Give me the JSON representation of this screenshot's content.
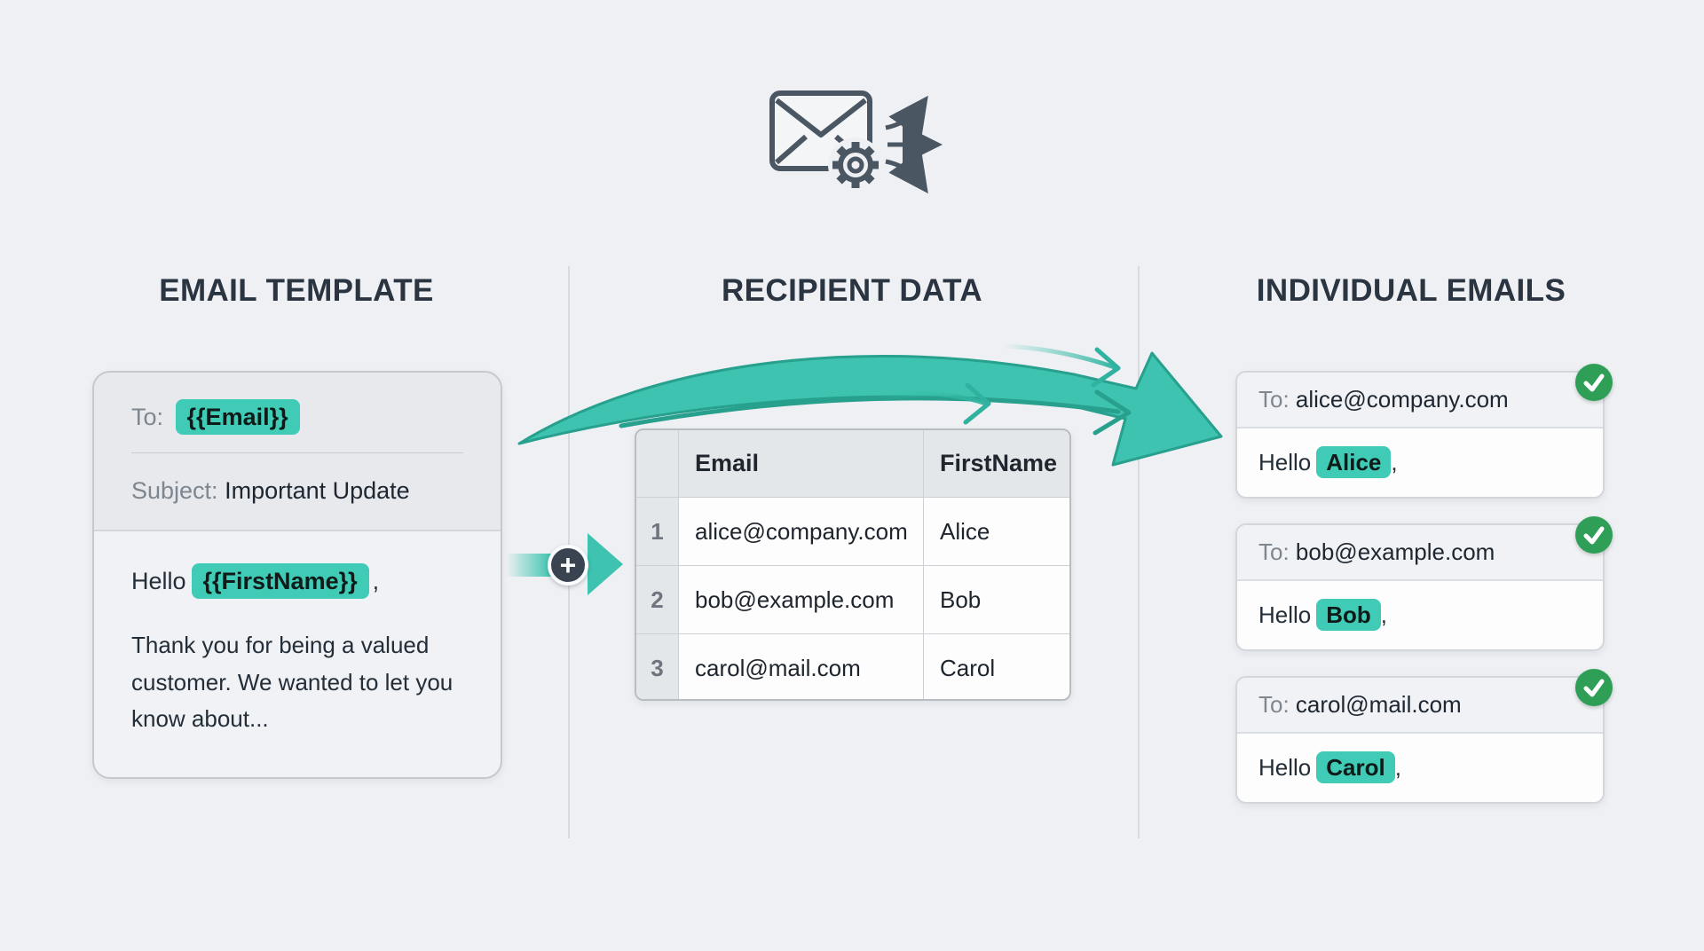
{
  "palette": {
    "background": "#eef0f3",
    "heading_text": "#2a3541",
    "teal_highlight": "#3fcbb6",
    "teal_arrow": "#3dc3af",
    "teal_arrow_outline": "#27a08e",
    "success_green": "#2f9e57",
    "icon_gray": "#4b5663"
  },
  "hero_icon": {
    "name": "envelope-gear-fanout",
    "meaning": "email template processed into multiple sends"
  },
  "headings": {
    "left": "EMAIL TEMPLATE",
    "middle": "RECIPIENT DATA",
    "right": "INDIVIDUAL EMAILS"
  },
  "template_card": {
    "to_label": "To:",
    "to_variable": "{{Email}}",
    "subject_label": "Subject:",
    "subject_value": "Important Update",
    "greeting_prefix": "Hello",
    "greeting_variable": "{{FirstName}}",
    "greeting_suffix": ",",
    "body_text": "Thank you for being a valued customer. We wanted to let you know about..."
  },
  "plus_connector": {
    "symbol": "+"
  },
  "recipient_table": {
    "columns": {
      "email": "Email",
      "first_name": "FirstName"
    },
    "rows": [
      {
        "num": "1",
        "email": "alice@company.com",
        "first_name": "Alice"
      },
      {
        "num": "2",
        "email": "bob@example.com",
        "first_name": "Bob"
      },
      {
        "num": "3",
        "email": "carol@mail.com",
        "first_name": "Carol"
      }
    ]
  },
  "emails": [
    {
      "to_label": "To:",
      "to_value": "alice@company.com",
      "greeting_prefix": "Hello",
      "name": "Alice",
      "greeting_suffix": ","
    },
    {
      "to_label": "To:",
      "to_value": "bob@example.com",
      "greeting_prefix": "Hello",
      "name": "Bob",
      "greeting_suffix": ","
    },
    {
      "to_label": "To:",
      "to_value": "carol@mail.com",
      "greeting_prefix": "Hello",
      "name": "Carol",
      "greeting_suffix": ","
    }
  ]
}
